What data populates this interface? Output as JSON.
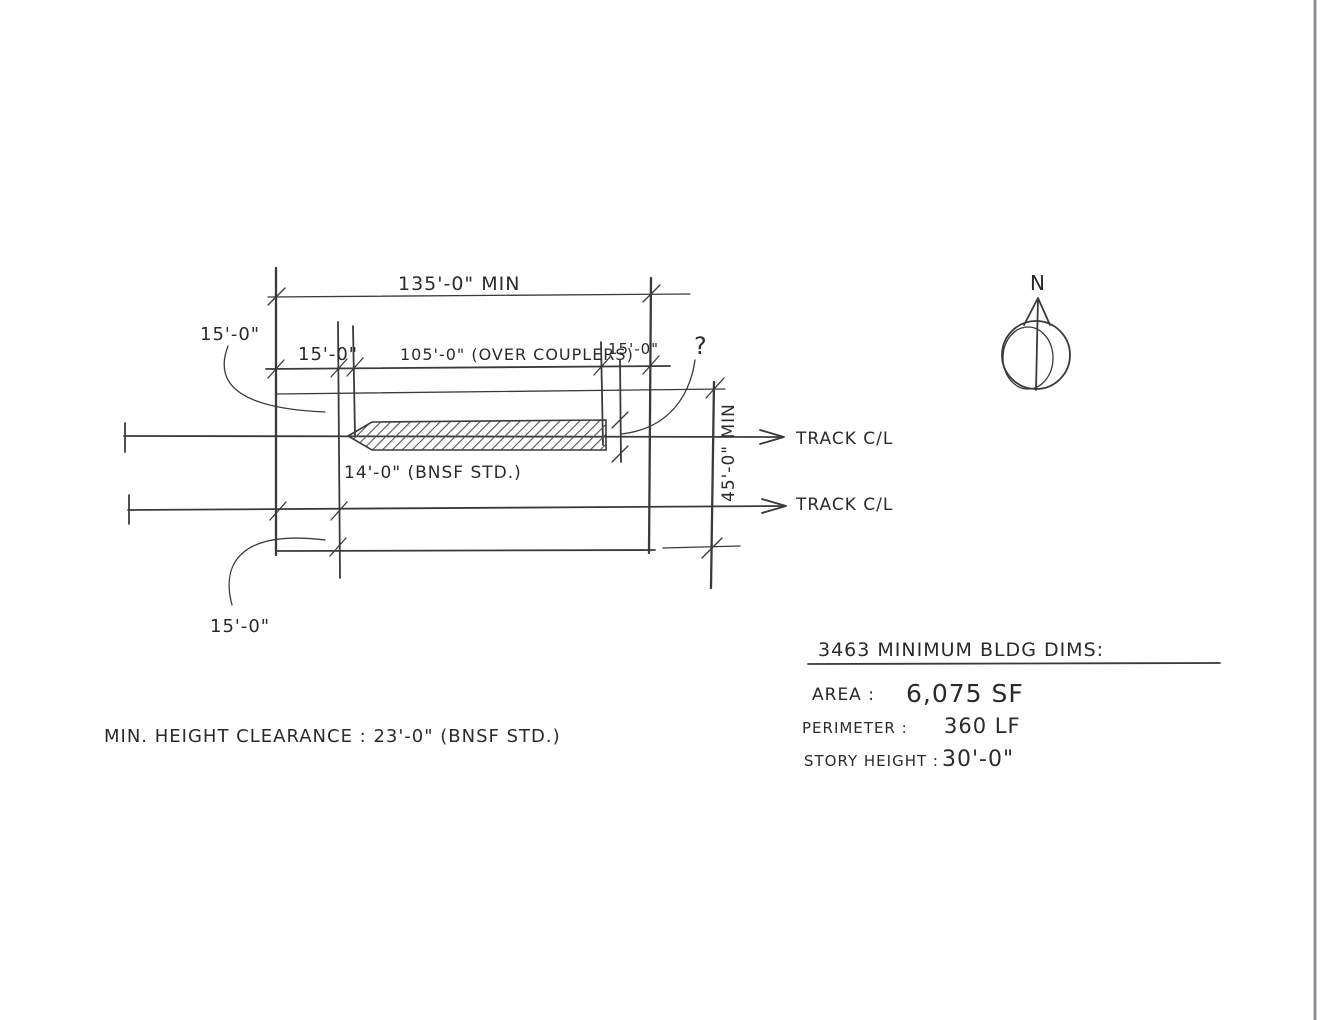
{
  "plan": {
    "overall_length": "135'-0\" MIN",
    "left_offset_top": "15'-0\"",
    "left_offset_bottom": "15'-0\"",
    "end_offset_left": "15'-0\"",
    "coupler_length": "105'-0\" (OVER COUPLERS)",
    "end_offset_right": "15'-0\"",
    "question_mark": "?",
    "platform_width": "14'-0\" (BNSF STD.)",
    "building_width": "45'-0\" MIN",
    "track_label_1": "TRACK C/L",
    "track_label_2": "TRACK C/L"
  },
  "north_arrow": {
    "letter": "N",
    "icon": "north-arrow-icon"
  },
  "clearance_note": "MIN. HEIGHT CLEARANCE : 23'-0\" (BNSF STD.)",
  "dims_table": {
    "heading": "3463 MINIMUM BLDG DIMS:",
    "rows": [
      {
        "label": "AREA :",
        "value": "6,075 SF"
      },
      {
        "label": "PERIMETER :",
        "value": "360 LF"
      },
      {
        "label": "STORY HEIGHT :",
        "value": "30'-0\""
      }
    ]
  }
}
